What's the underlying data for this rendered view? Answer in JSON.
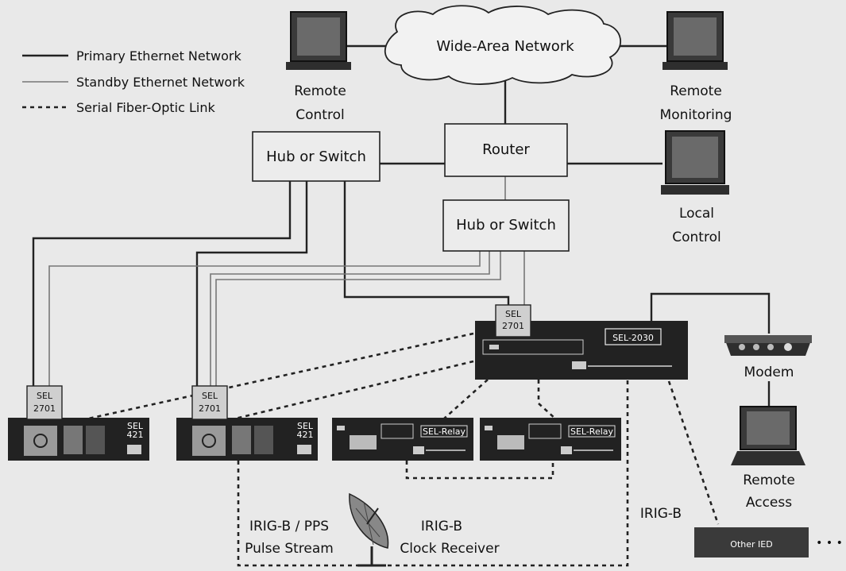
{
  "legend": {
    "primary": "Primary Ethernet Network",
    "standby": "Standby Ethernet Network",
    "fiber": "Serial Fiber-Optic Link"
  },
  "nodes": {
    "wan": "Wide-Area Network",
    "router": "Router",
    "hub_left": "Hub or Switch",
    "hub_right": "Hub or Switch",
    "remote_control": [
      "Remote",
      "Control"
    ],
    "remote_monitoring": [
      "Remote",
      "Monitoring"
    ],
    "local_control": [
      "Local",
      "Control"
    ],
    "modem": "Modem",
    "remote_access": [
      "Remote",
      "Access"
    ],
    "sel2030": "SEL-2030",
    "sel2701_top": [
      "SEL",
      "2701"
    ],
    "sel2701_a": [
      "SEL",
      "2701"
    ],
    "sel2701_b": [
      "SEL",
      "2701"
    ],
    "relay_a_label": [
      "SEL",
      "421"
    ],
    "relay_b_label": [
      "SEL",
      "421"
    ],
    "relay_c_label": "SEL-Relay",
    "relay_d_label": "SEL-Relay",
    "other_ied": "Other IED",
    "irig_pps": [
      "IRIG-B / PPS",
      "Pulse Stream"
    ],
    "irig_clock": [
      "IRIG-B",
      "Clock Receiver"
    ],
    "irig_b": "IRIG-B",
    "ellipsis": "• • •"
  }
}
